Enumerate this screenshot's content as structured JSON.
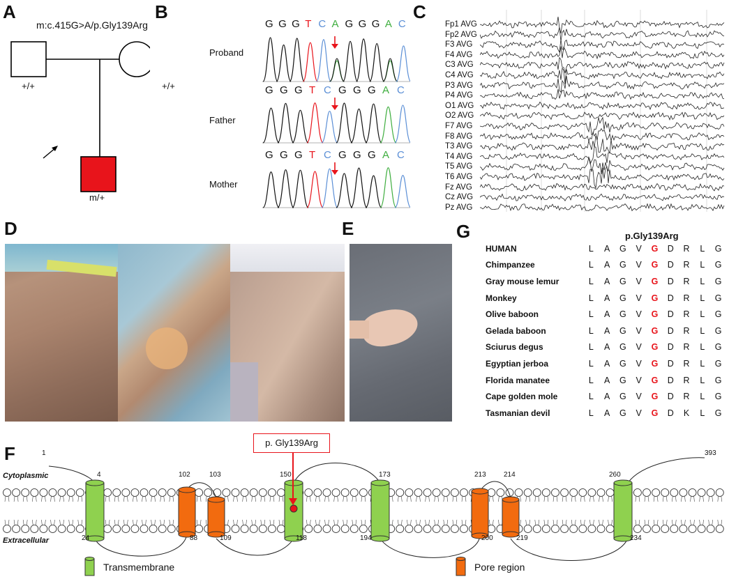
{
  "panels": {
    "A": "A",
    "B": "B",
    "C": "C",
    "D": "D",
    "E": "E",
    "F": "F",
    "G": "G"
  },
  "pedigree": {
    "mutation": "m:c.415G>A/p.Gly139Arg",
    "father_genotype": "+/+",
    "mother_genotype": "+/+",
    "proband_genotype": "m/+",
    "colors": {
      "affected": "#e8141b"
    }
  },
  "sanger": {
    "rows": [
      {
        "label": "Proband",
        "bases": [
          "G",
          "G",
          "G",
          "T",
          "C",
          "A",
          "G",
          "G",
          "G",
          "A",
          "C"
        ]
      },
      {
        "label": "Father",
        "bases": [
          "G",
          "G",
          "G",
          "T",
          "C",
          "G",
          "G",
          "G",
          "A",
          "C"
        ]
      },
      {
        "label": "Mother",
        "bases": [
          "G",
          "G",
          "G",
          "T",
          "C",
          "G",
          "G",
          "G",
          "A",
          "C"
        ]
      }
    ],
    "base_colors": {
      "G": "#111111",
      "T": "#e8141b",
      "C": "#5b8fd6",
      "A": "#3fae3f"
    }
  },
  "eeg": {
    "channels": [
      "Fp1 AVG",
      "Fp2 AVG",
      "F3 AVG",
      "F4 AVG",
      "C3 AVG",
      "C4 AVG",
      "P3 AVG",
      "P4 AVG",
      "O1 AVG",
      "O2 AVG",
      "F7 AVG",
      "F8 AVG",
      "T3 AVG",
      "T4 AVG",
      "T5 AVG",
      "T6 AVG",
      "Fz AVG",
      "Cz AVG",
      "Pz AVG"
    ]
  },
  "alignment": {
    "title": "p.Gly139Arg",
    "rows": [
      {
        "species": "HUMAN",
        "seq": [
          "L",
          "A",
          "G",
          "V",
          "G",
          "D",
          "R",
          "L",
          "G"
        ]
      },
      {
        "species": "Chimpanzee",
        "seq": [
          "L",
          "A",
          "G",
          "V",
          "G",
          "D",
          "R",
          "L",
          "G"
        ]
      },
      {
        "species": "Gray mouse lemur",
        "seq": [
          "L",
          "A",
          "G",
          "V",
          "G",
          "D",
          "R",
          "L",
          "G"
        ]
      },
      {
        "species": "Monkey",
        "seq": [
          "L",
          "A",
          "G",
          "V",
          "G",
          "D",
          "R",
          "L",
          "G"
        ]
      },
      {
        "species": "Olive baboon",
        "seq": [
          "L",
          "A",
          "G",
          "V",
          "G",
          "D",
          "R",
          "L",
          "G"
        ]
      },
      {
        "species": "Gelada baboon",
        "seq": [
          "L",
          "A",
          "G",
          "V",
          "G",
          "D",
          "R",
          "L",
          "G"
        ]
      },
      {
        "species": "Sciurus degus",
        "seq": [
          "L",
          "A",
          "G",
          "V",
          "G",
          "D",
          "R",
          "L",
          "G"
        ]
      },
      {
        "species": "Egyptian jerboa",
        "seq": [
          "L",
          "A",
          "G",
          "V",
          "G",
          "D",
          "R",
          "L",
          "G"
        ]
      },
      {
        "species": "Florida manatee",
        "seq": [
          "L",
          "A",
          "G",
          "V",
          "G",
          "D",
          "R",
          "L",
          "G"
        ]
      },
      {
        "species": "Cape golden mole",
        "seq": [
          "L",
          "A",
          "G",
          "V",
          "G",
          "D",
          "R",
          "L",
          "G"
        ]
      },
      {
        "species": "Tasmanian devil",
        "seq": [
          "L",
          "A",
          "G",
          "V",
          "G",
          "D",
          "K",
          "L",
          "G"
        ]
      }
    ],
    "highlight_index": 4,
    "highlight_color": "#e8141b"
  },
  "topology": {
    "variant_label": "p. Gly139Arg",
    "cytoplasmic": "Cytoplasmic",
    "extracellular": "Extracellular",
    "legend_transmembrane": "Transmembrane",
    "legend_pore": "Pore region",
    "colors": {
      "transmembrane": "#8fd14f",
      "pore": "#f26b0f",
      "marker": "#e8141b"
    },
    "positions": {
      "n_term": "1",
      "c_term": "393",
      "tm1_top": "4",
      "tm1_bot": "24",
      "p1_top": "102",
      "p1_bot": "88",
      "p2_top": "103",
      "p2_bot": "109",
      "tm2_top": "150",
      "tm2_bot": "118",
      "tm3_top": "173",
      "tm3_bot": "194",
      "p3_top": "213",
      "p3_bot": "200",
      "p4_top": "214",
      "p4_bot": "219",
      "tm4_top": "260",
      "tm4_bot": "234"
    }
  }
}
